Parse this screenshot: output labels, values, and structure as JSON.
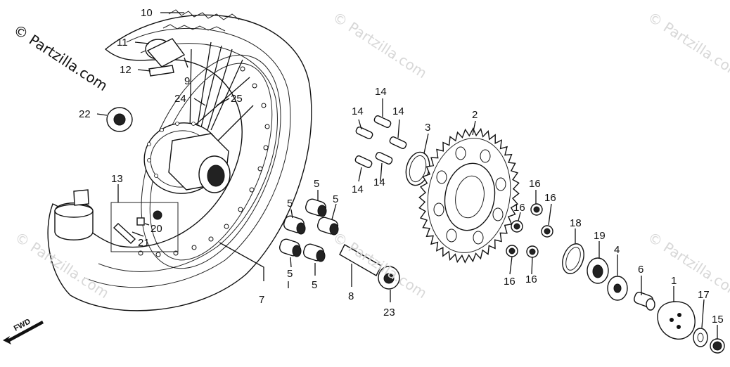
{
  "watermark": {
    "corner": "© Partzilla.com",
    "repeat": "© Partzilla.com"
  },
  "direction_marker": "FWD",
  "callouts": {
    "c1": "1",
    "c2": "2",
    "c3": "3",
    "c4": "4",
    "c5a": "5",
    "c5b": "5",
    "c5c": "5",
    "c5d": "5",
    "c6": "6",
    "c7": "7",
    "c8": "8",
    "c9": "9",
    "c10": "10",
    "c11": "11",
    "c12": "12",
    "c13": "13",
    "c14a": "14",
    "c14b": "14",
    "c14c": "14",
    "c14d": "14",
    "c14e": "14",
    "c15": "15",
    "c16a": "16",
    "c16b": "16",
    "c16c": "16",
    "c16d": "16",
    "c16e": "16",
    "c17": "17",
    "c18": "18",
    "c19": "19",
    "c20": "20",
    "c21": "21",
    "c22": "22",
    "c23": "23",
    "c24": "24",
    "c25": "25"
  }
}
